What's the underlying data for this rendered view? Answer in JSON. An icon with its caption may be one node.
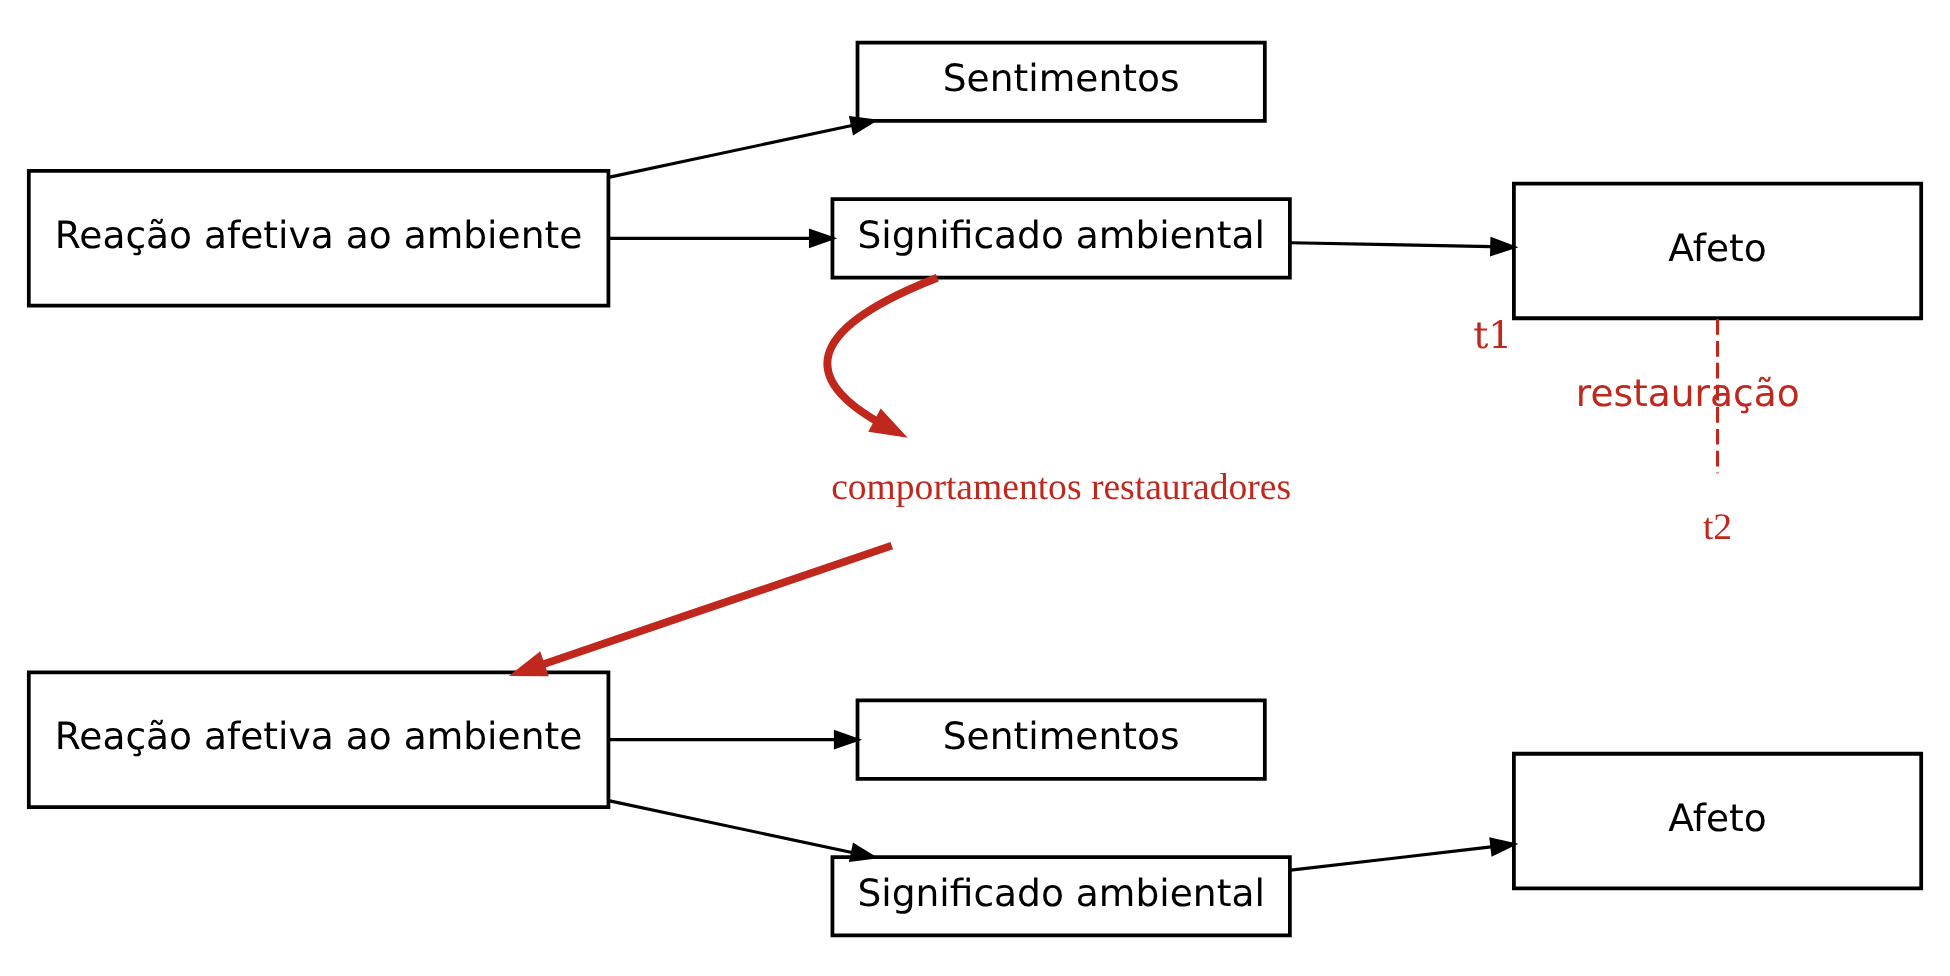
{
  "diagram": {
    "nodes": [
      {
        "text": [
          "Reação afetiva ao ambiente"
        ]
      },
      {
        "text": [
          "Sentimentos"
        ]
      },
      {
        "text": [
          "Significado ambiental"
        ]
      },
      {
        "text": [
          "Afeto"
        ],
        "beside": [
          "t1"
        ]
      },
      {
        "text": [
          "comportamentos restauradores"
        ]
      },
      {
        "text": [
          "Reação afetiva ao ambiente"
        ]
      },
      {
        "text": [
          "Sentimentos"
        ]
      },
      {
        "text": [
          "Significado ambiental"
        ]
      },
      {
        "text": [
          "Afeto"
        ]
      },
      {
        "text": [
          "t2"
        ]
      }
    ],
    "edges": [
      {
        "from": 0,
        "to": 1,
        "arrow": "to"
      },
      {
        "from": 0,
        "to": 2,
        "arrow": "to"
      },
      {
        "from": 2,
        "to": 3,
        "arrow": "to"
      },
      {
        "from": 2,
        "to": 4,
        "arrow": "to",
        "style": "thick",
        "color": "#c0281e"
      },
      {
        "from": 4,
        "to": 5,
        "arrow": "to",
        "style": "thick",
        "color": "#c0281e"
      },
      {
        "from": 5,
        "to": 6,
        "arrow": "to"
      },
      {
        "from": 5,
        "to": 7,
        "arrow": "to"
      },
      {
        "from": 7,
        "to": 8,
        "arrow": "to"
      },
      {
        "from": 3,
        "to": 9,
        "arrow": "none",
        "style": "dashed",
        "color": "#c0281e",
        "label": "restauração"
      }
    ]
  }
}
